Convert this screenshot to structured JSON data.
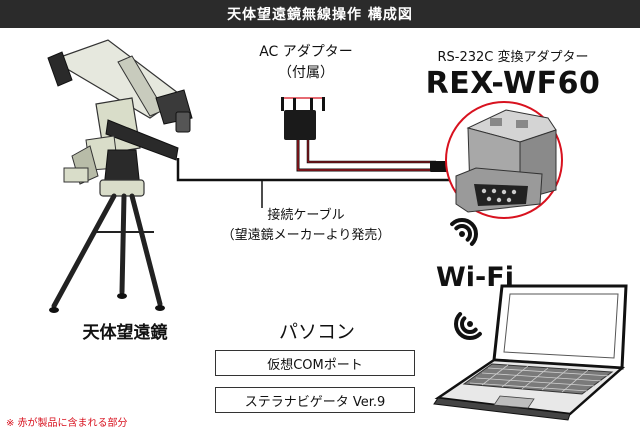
{
  "title": "天体望遠鏡無線操作 構成図",
  "ac_adapter": {
    "line1": "AC アダプター",
    "line2": "（付属）"
  },
  "rs232c_label": "RS-232C 変換アダプター",
  "product_name": "REX-WF60",
  "cable": {
    "line1": "接続ケーブル",
    "line2": "（望遠鏡メーカーより発売）"
  },
  "telescope_label": "天体望遠鏡",
  "pc_label": "パソコン",
  "software": [
    "仮想COMポート",
    "ステラナビゲータ Ver.9"
  ],
  "wifi_label": "Wi-Fi",
  "footnote": "※ 赤が製品に含まれる部分",
  "colors": {
    "product_highlight": "#d8121f",
    "title_bar": "#2b2b2b",
    "scope_body": "#e6e8de",
    "scope_mount": "#d9ddc9"
  }
}
